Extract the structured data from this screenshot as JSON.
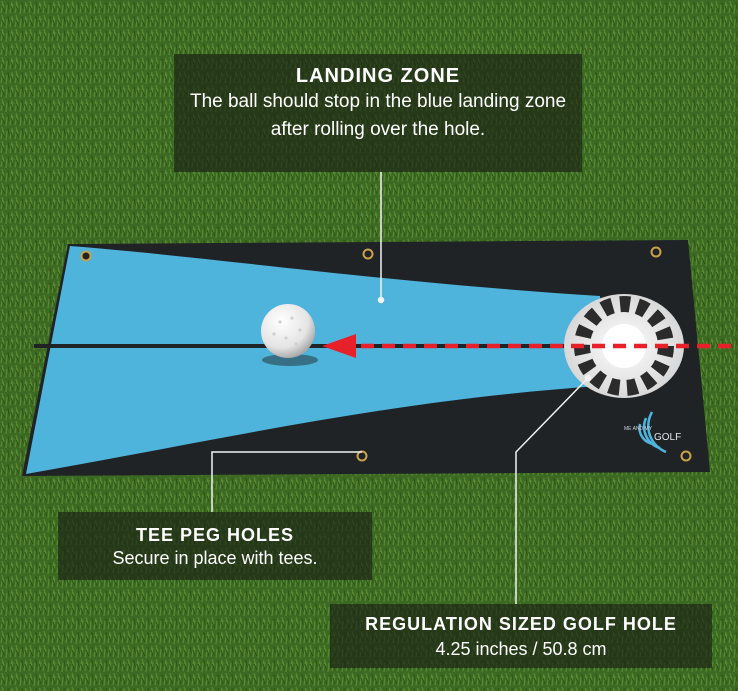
{
  "callouts": {
    "landing_zone": {
      "title": "LANDING ZONE",
      "body": "The ball should stop in the blue landing zone after rolling over the hole."
    },
    "tee_peg_holes": {
      "title": "TEE PEG HOLES",
      "body": "Secure in place with tees."
    },
    "golf_hole": {
      "title": "REGULATION SIZED GOLF HOLE",
      "body": "4.25 inches / 50.8 cm"
    }
  },
  "mat_logo": {
    "small_text": "ME AND MY",
    "large_text": "GOLF"
  },
  "colors": {
    "grass": "#3c6a22",
    "mat_dark": "#1f2326",
    "landing_blue": "#4fb4dc",
    "arrow_red": "#e8202a",
    "callout_bg": "rgba(28,36,22,0.68)"
  }
}
